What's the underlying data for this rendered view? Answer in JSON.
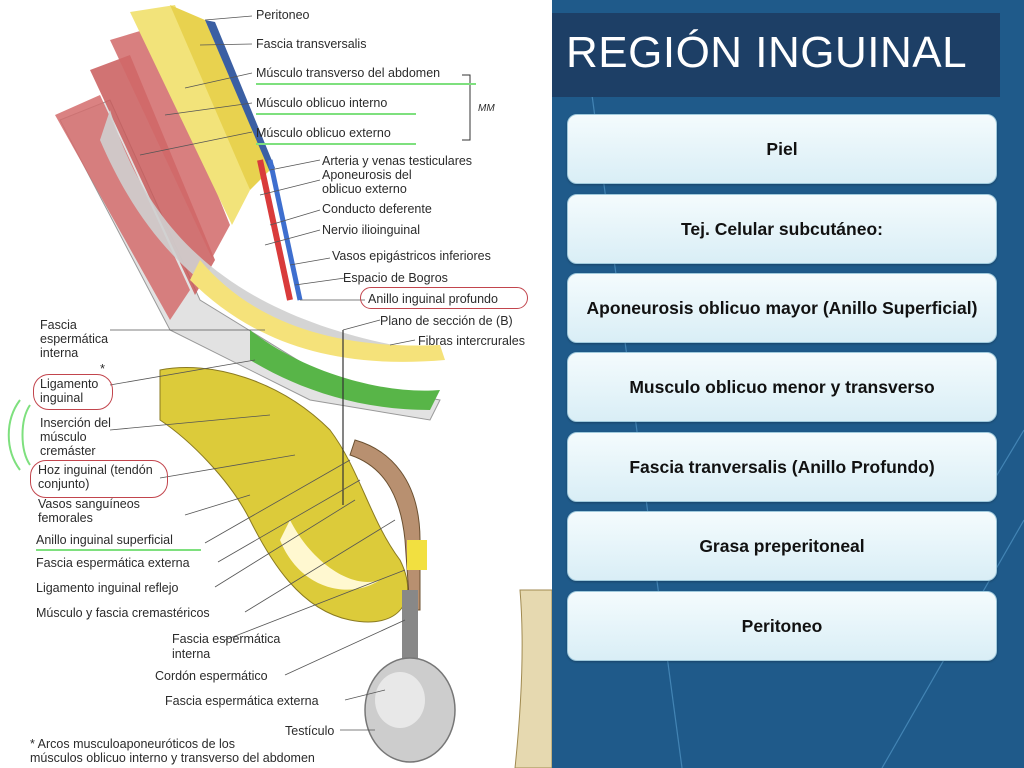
{
  "title": "REGIÓN INGUINAL",
  "colors": {
    "background": "#1f5a8a",
    "title_bar": "#1d3f66",
    "layer_fill": "#e4f3f9",
    "layer_border": "#9fc9dc",
    "highlight_ring": "#c2454d",
    "highlight_mark": "#7ee07e"
  },
  "layers": [
    "Piel",
    "Tej. Celular subcutáneo:",
    "Aponeurosis oblicuo mayor (Anillo Superficial)",
    "Musculo oblicuo menor y transverso",
    "Fascia tranversalis (Anillo Profundo)",
    "Grasa preperitoneal",
    "Peritoneo"
  ],
  "illustration": {
    "right_labels": [
      "Peritoneo",
      "Fascia transversalis",
      "Músculo transverso del abdomen",
      "Músculo oblicuo interno",
      "Músculo oblicuo externo",
      "Arteria y venas testiculares",
      "Aponeurosis del",
      "oblicuo externo",
      "Conducto deferente",
      "Nervio ilioinguinal",
      "Vasos epigástricos inferiores",
      "Espacio de Bogros",
      "Anillo inguinal profundo",
      "Plano de sección de (B)",
      "Fibras intercrurales"
    ],
    "left_labels": [
      "Fascia espermática interna",
      "Ligamento inguinal",
      "Inserción del músculo cremáster",
      "Hoz inguinal (tendón conjunto)",
      "Vasos sanguíneos femorales",
      "Anillo inguinal superficial",
      "Fascia espermática externa",
      "Ligamento inguinal reflejo",
      "Músculo y fascia cremastéricos"
    ],
    "bottom_labels": [
      "Fascia espermática",
      "interna",
      "Cordón espermático",
      "Fascia espermática externa",
      "Testículo",
      "* Arcos musculoaponeuróticos de los",
      "músculos oblicuo interno y transverso del abdomen"
    ],
    "handwritten_note": "MM",
    "asterisk": "*"
  }
}
